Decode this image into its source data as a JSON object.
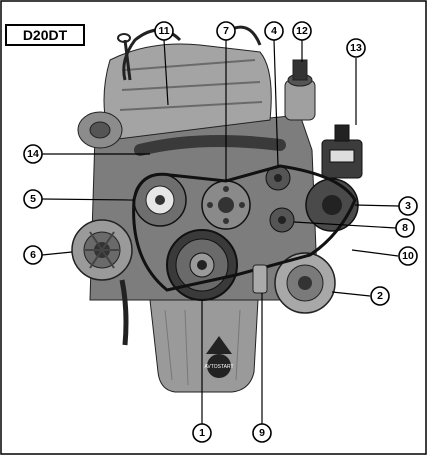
{
  "title": "D20DT",
  "callouts": [
    "1",
    "2",
    "3",
    "4",
    "5",
    "6",
    "7",
    "8",
    "9",
    "10",
    "11",
    "12",
    "13",
    "14"
  ],
  "logo_text": "AVTOSTART"
}
